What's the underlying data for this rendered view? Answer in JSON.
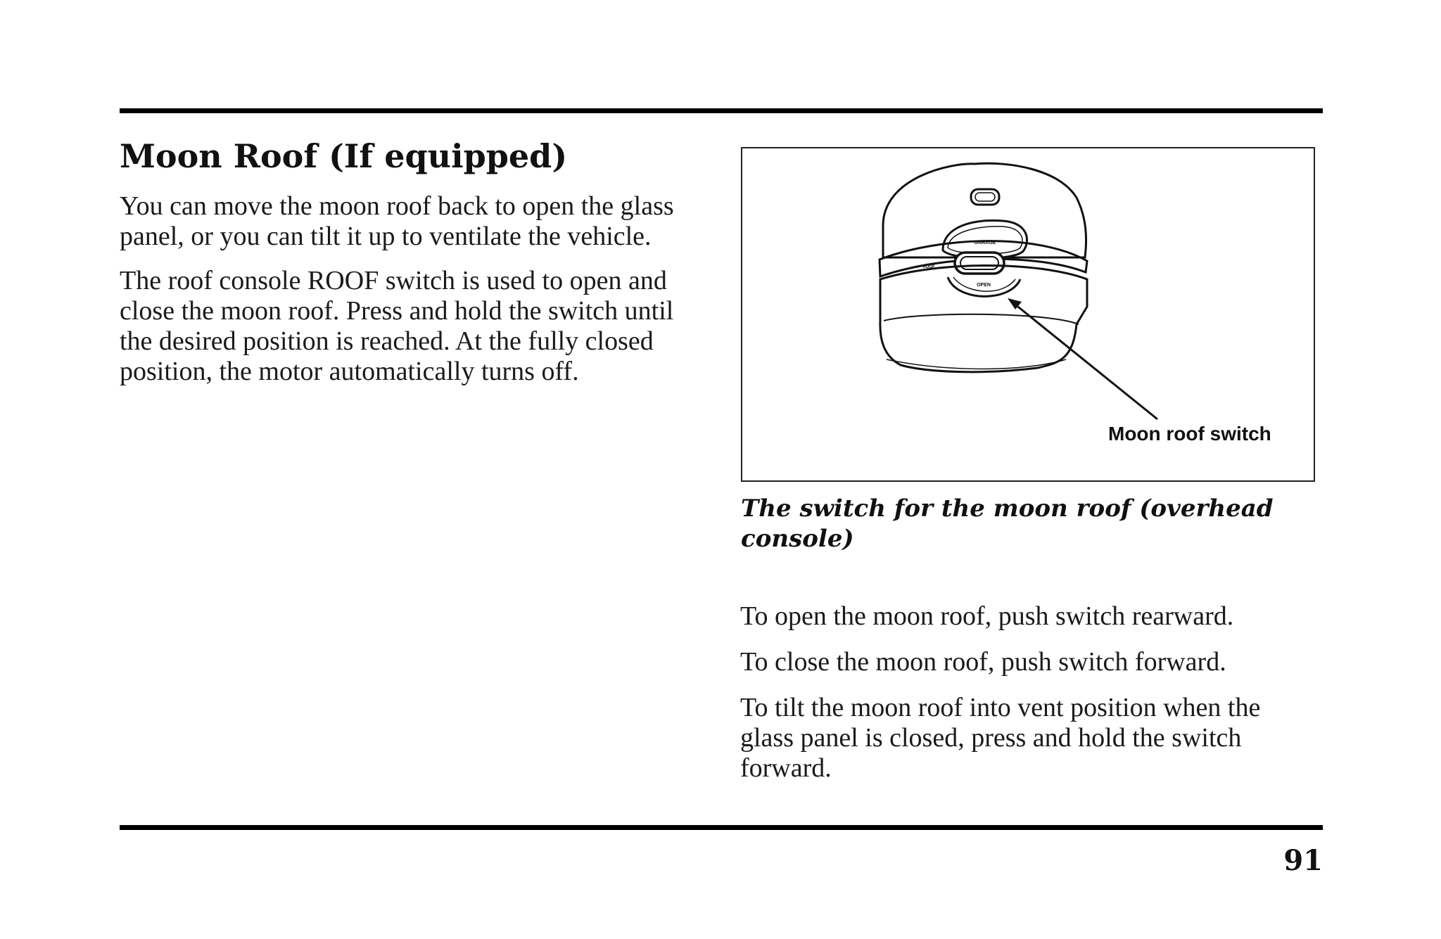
{
  "section": {
    "title": "Moon Roof (If equipped)",
    "paragraphs_left": [
      "You can move the moon roof back to open the glass panel, or you can tilt it up to ventilate the vehicle.",
      "The roof console ROOF switch is used to open and close the moon roof. Press and hold the switch until the desired position is reached. At the fully closed position, the motor automatically turns off."
    ],
    "paragraphs_right": [
      "To open the moon roof, push switch rearward.",
      "To close the moon roof, push switch forward.",
      "To tilt the moon roof into vent position when the glass panel is closed, press and hold the switch forward."
    ]
  },
  "figure": {
    "callout_label": "Moon roof switch",
    "console_labels": {
      "garage": "GARAGE",
      "roof": "ROOF",
      "open": "OPEN"
    },
    "caption": "The switch for the moon roof (overhead console)"
  },
  "page": {
    "number": "91"
  }
}
